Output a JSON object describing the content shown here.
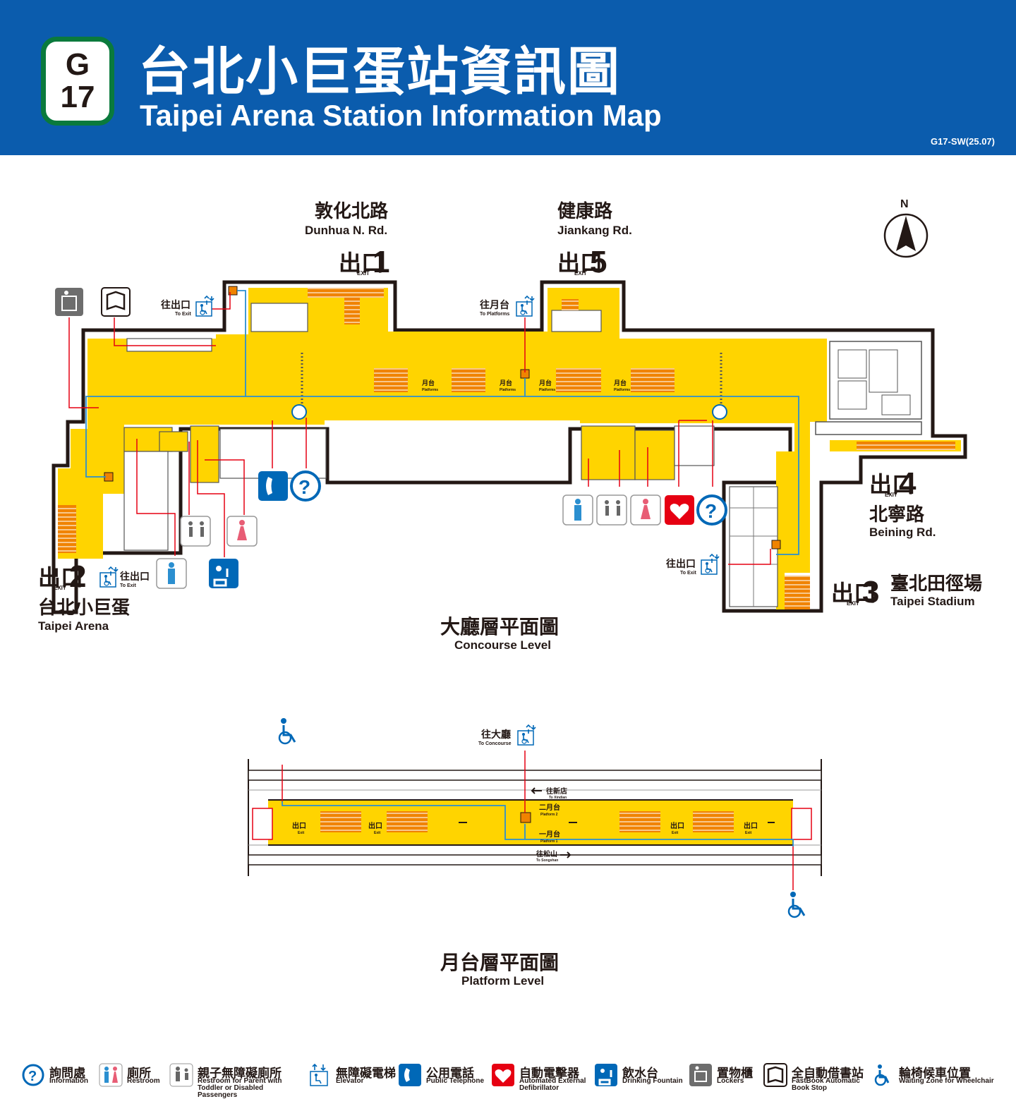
{
  "header": {
    "line_code": "G",
    "station_number": "17",
    "title_zh": "台北小巨蛋站資訊圖",
    "title_en": "Taipei Arena Station Information Map",
    "doc_code": "G17-SW(25.07)"
  },
  "compass": {
    "label": "N"
  },
  "exits": {
    "exit1": {
      "number": "1",
      "road_zh": "敦化北路",
      "road_en": "Dunhua N. Rd."
    },
    "exit5": {
      "number": "5",
      "road_zh": "健康路",
      "road_en": "Jiankang Rd."
    },
    "exit4": {
      "number": "4",
      "road_zh": "北寧路",
      "road_en": "Beining Rd."
    },
    "exit2": {
      "number": "2",
      "road_zh": "台北小巨蛋",
      "road_en": "Taipei Arena"
    },
    "exit3": {
      "number": "3",
      "road_zh": "臺北田徑場",
      "road_en": "Taipei Stadium"
    },
    "exit_word_zh": "出口",
    "exit_word_en": "EXIT"
  },
  "elevator_labels": {
    "to_exit_zh": "往出口",
    "to_exit_en": "To Exit",
    "to_platforms_zh": "往月台",
    "to_platforms_en": "To Platforms",
    "to_concourse_zh": "往大廳",
    "to_concourse_en": "To Concourse"
  },
  "concourse": {
    "escalator_zh": "月台",
    "escalator_en": "Platforms",
    "title_zh": "大廳層平面圖",
    "title_en": "Concourse Level"
  },
  "platform": {
    "exit_zh": "出口",
    "exit_en": "Exit",
    "to_xindian_zh": "往新店",
    "to_xindian_en": "To Xindian",
    "platform2_zh": "二月台",
    "platform2_en": "Platform 2",
    "platform1_zh": "一月台",
    "platform1_en": "Platform 1",
    "to_songshan_zh": "往松山",
    "to_songshan_en": "To Songshan",
    "title_zh": "月台層平面圖",
    "title_en": "Platform Level"
  },
  "legend": [
    {
      "icon": "information-icon",
      "zh": "詢問處",
      "en": "Information"
    },
    {
      "icon": "restroom-icon",
      "zh": "廁所",
      "en": "Restroom"
    },
    {
      "icon": "family-accessible-restroom-icon",
      "zh": "親子無障礙廁所",
      "en": "Restroom for Parent with Toddler or Disabled Passengers"
    },
    {
      "icon": "elevator-icon",
      "zh": "無障礙電梯",
      "en": "Elevator"
    },
    {
      "icon": "telephone-icon",
      "zh": "公用電話",
      "en": "Public Telephone"
    },
    {
      "icon": "aed-icon",
      "zh": "自動電擊器",
      "en": "Automated External Defibrillator"
    },
    {
      "icon": "drinking-fountain-icon",
      "zh": "飲水台",
      "en": "Drinking Fountain"
    },
    {
      "icon": "lockers-icon",
      "zh": "置物櫃",
      "en": "Lockers"
    },
    {
      "icon": "fastbook-icon",
      "zh": "全自動借書站",
      "en": "FastBook Automatic Book Stop"
    },
    {
      "icon": "wheelchair-icon",
      "zh": "輪椅候車位置",
      "en": "Waiting Zone for Wheelchair"
    }
  ],
  "colors": {
    "header_blue": "#0b5cad",
    "line_green": "#0a7a3c",
    "floor_yellow": "#ffd400",
    "escalator_orange": "#f08300",
    "route_blue": "#2b8fd0",
    "pointer_red": "#e60012",
    "icon_blue": "#0068b7",
    "aed_red": "#e60012",
    "locker_gray": "#6d6d6d"
  }
}
